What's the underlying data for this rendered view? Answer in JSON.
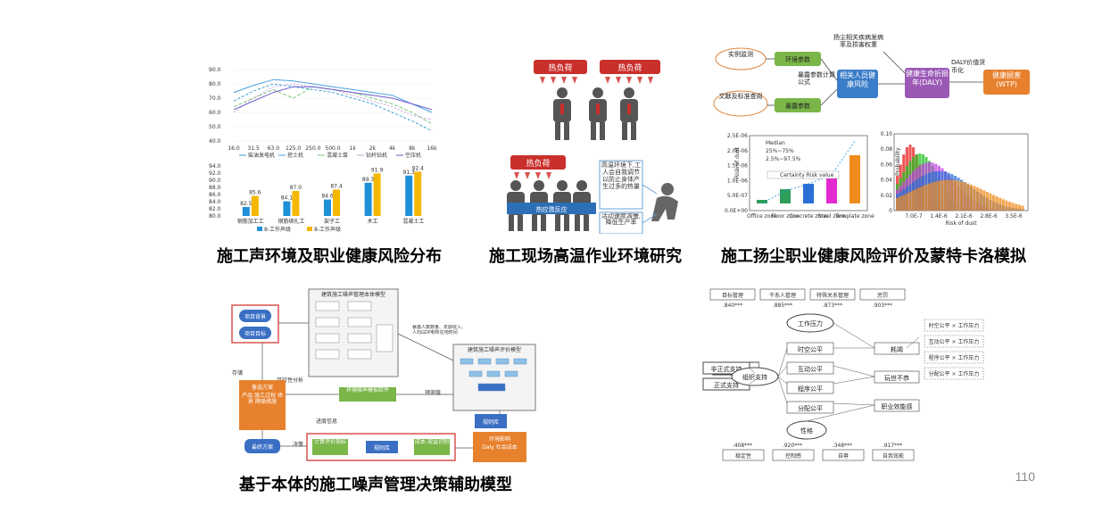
{
  "captions": {
    "noise": "施工声环境及职业健康风险分布",
    "heat": "施工现场高温作业环境研究",
    "dust": "施工扬尘职业健康风险评价及蒙特卡洛模拟",
    "decision": "基于本体的施工噪声管理决策辅助模型"
  },
  "page_number": "110",
  "noise_line": {
    "x_ticks": [
      "16.0",
      "31.5",
      "63.0",
      "125.0",
      "250.0",
      "500.0",
      "1k",
      "2k",
      "4k",
      "8k",
      "16k"
    ],
    "y_ticks": [
      "90.0",
      "80.0",
      "70.0",
      "60.0",
      "50.0",
      "40.0"
    ],
    "legend": [
      "柴油发电机",
      "挖土机",
      "混凝土泵",
      "钻杆钻机",
      "空压机"
    ]
  },
  "noise_bar": {
    "categories": [
      "钢筋加工工",
      "钢筋绑扎工",
      "架子工",
      "木工",
      "混凝土工"
    ],
    "values_a": [
      82.5,
      84.1,
      84.6,
      89.3,
      91.3
    ],
    "values_b": [
      85.6,
      87.0,
      87.4,
      91.9,
      92.4
    ],
    "y_ticks": [
      "94.0",
      "92.0",
      "90.0",
      "88.0",
      "86.0",
      "84.0",
      "82.0",
      "80.0"
    ],
    "legend": [
      "8-工作声级",
      "8-工作声级"
    ]
  },
  "heat": {
    "load1": "热负荷",
    "load2": "热负荷",
    "load3": "热负荷",
    "react": "热应激反应",
    "note1": "高温环境下,工人会自我调节以防止身体产生过多的热量",
    "note2": "活动速度减慢,降低生产率"
  },
  "dust_flow": {
    "monitor": "实例监测",
    "literature": "文献及标准查阅",
    "env_param": "环境参数",
    "exposure_param": "暴露参数",
    "formula": "暴露参数计算公式",
    "risk": "相关人员健康风险",
    "disease": "扬尘相关疾病发病率及损害权重",
    "daly": "健康生命折损年(DALY)",
    "daly_value": "DALY价值货币化",
    "wtp": "健康损害(WTP)"
  },
  "dust_box": {
    "ylabel": "Risk of dust",
    "y_ticks": [
      "2.5E-06",
      "2.0E-06",
      "1.5E-06",
      "1.0E-06",
      "5.0E-07",
      "0.0E+00"
    ],
    "x_labels": [
      "Office zone",
      "Floor zone",
      "Concrete zone",
      "Steel zone",
      "Template zone"
    ],
    "legend": [
      "Median",
      "25%~75%",
      "2.5%~97.5%"
    ],
    "legend2": [
      "Certainty",
      "Risk value"
    ]
  },
  "dust_hist": {
    "ylabel": "Probability",
    "xlabel": "Risk of dust",
    "x_ticks": [
      "7.0E-7",
      "1.4E-6",
      "2.1E-6",
      "2.8E-6",
      "3.5E-6"
    ],
    "y_ticks": [
      "0.10",
      "0.08",
      "0.06",
      "0.04",
      "0.02",
      "0"
    ]
  },
  "decision": {
    "project_bg": "项目背景",
    "project_goal": "项目目标",
    "model_title": "建筑施工噪声管理本体模型",
    "eval_title": "建筑施工噪声评价模型",
    "feasibility": "可行性分析",
    "alt_plan": "备选方案",
    "alt_list": "产品 施工过程 场界 降噪措施",
    "simulation": "环境噪声模拟软件",
    "predict": "预测值",
    "planning_db": "规则库",
    "env_impact": "环境影响",
    "daly_cost": "Daly 社会成本",
    "final": "最终方案",
    "calc": "计算评价指标",
    "rule_db": "规则库",
    "cost_benefit": "成本-效益识别",
    "decision_label": "决策",
    "progress": "进度信息",
    "store": "存储",
    "params": "暴露人数数量、年龄收入、人均GDP和所在地时间"
  },
  "sem": {
    "top": [
      "目标管理",
      "干系人管理",
      "特殊关系管理",
      "惩罚"
    ],
    "top_coef": [
      ".840***",
      ".885***",
      ".873***",
      ".903***"
    ],
    "stress": "工作压力",
    "support_in": "非正式支持",
    "support_formal": "正式支持",
    "org_support": "组织支持",
    "fair": [
      "时空公平",
      "互动公平",
      "程序公平",
      "分配公平"
    ],
    "outcome": [
      "耗竭",
      "玩世不恭",
      "职业效能感"
    ],
    "interaction": [
      "时空公平 × 工作压力",
      "互动公平 × 工作压力",
      "程序公平 × 工作压力",
      "分配公平 × 工作压力"
    ],
    "personality": "性格",
    "bottom": [
      "稳定性",
      "控制感",
      "自尊",
      "自我效能"
    ],
    "bottom_coef": [
      ".408***",
      ".920***",
      ".348***",
      ".917***"
    ]
  }
}
